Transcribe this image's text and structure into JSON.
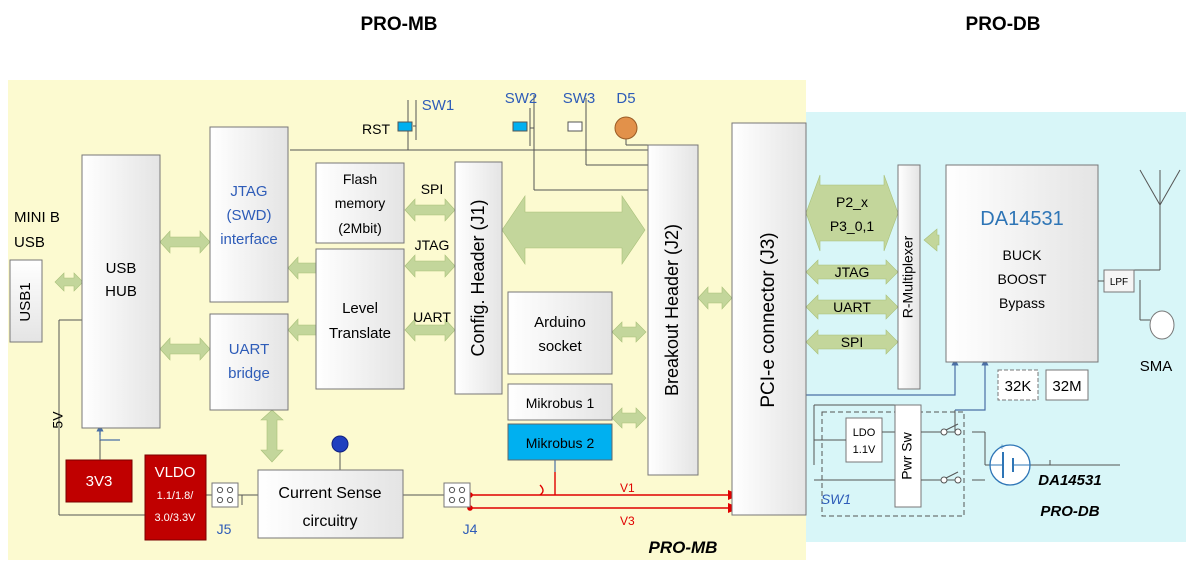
{
  "headings": {
    "mb": "PRO-MB",
    "db": "PRO-DB"
  },
  "labels": {
    "pro_mb_corner": "PRO-MB",
    "db_corner_1": "DA14531",
    "db_corner_2": "PRO-DB",
    "mini_b": "MINI B",
    "usb": "USB",
    "five_v": "5V",
    "rst": "RST",
    "sw1": "SW1",
    "sw2": "SW2",
    "sw3": "SW3",
    "d5": "D5",
    "spi": "SPI",
    "jtag": "JTAG",
    "uart": "UART",
    "j5": "J5",
    "j4": "J4",
    "v1": "V1",
    "v3": "V3",
    "sma": "SMA",
    "sw1_db": "SW1"
  },
  "blocks": {
    "usb1": "USB1",
    "usb_hub_1": "USB",
    "usb_hub_2": "HUB",
    "jtag_1": "JTAG",
    "jtag_2": "(SWD)",
    "jtag_3": "interface",
    "uart_1": "UART",
    "uart_2": "bridge",
    "flash_1": "Flash",
    "flash_2": "memory",
    "flash_3": "(2Mbit)",
    "level_1": "Level",
    "level_2": "Translate",
    "config_header": "Config. Header (J1)",
    "arduino_1": "Arduino",
    "arduino_2": "socket",
    "mikrobus1": "Mikrobus 1",
    "mikrobus2": "Mikrobus 2",
    "breakout_header": "Breakout Header (J2)",
    "pcie": "PCI-e connector (J3)",
    "v3v3": "3V3",
    "vldo_1": "VLDO",
    "vldo_2": "1.1/1.8/",
    "vldo_3": "3.0/3.3V",
    "current_1": "Current Sense",
    "current_2": "circuitry",
    "rmux": "R-Multiplexer",
    "da_title": "DA14531",
    "da_1": "BUCK",
    "da_2": "BOOST",
    "da_3": "Bypass",
    "lpf": "LPF",
    "k32": "32K",
    "m32": "32M",
    "ldo_1": "LDO",
    "ldo_2": "1.1V",
    "pwr_sw": "Pwr Sw"
  },
  "bus_labels": {
    "p2x": "P2_x",
    "p3": "P3_0,1",
    "jtag": "JTAG",
    "uart": "UART",
    "spi": "SPI"
  },
  "colors": {
    "mb_bg": "#fcfad0",
    "db_bg": "#d8f6f8",
    "arrow": "#c3d69b",
    "red_box": "#c00000",
    "cyan_box": "#00b0f0",
    "blue_text": "#2e5cb8",
    "accent_blue": "#2e75b6",
    "red_line": "#e00000"
  }
}
